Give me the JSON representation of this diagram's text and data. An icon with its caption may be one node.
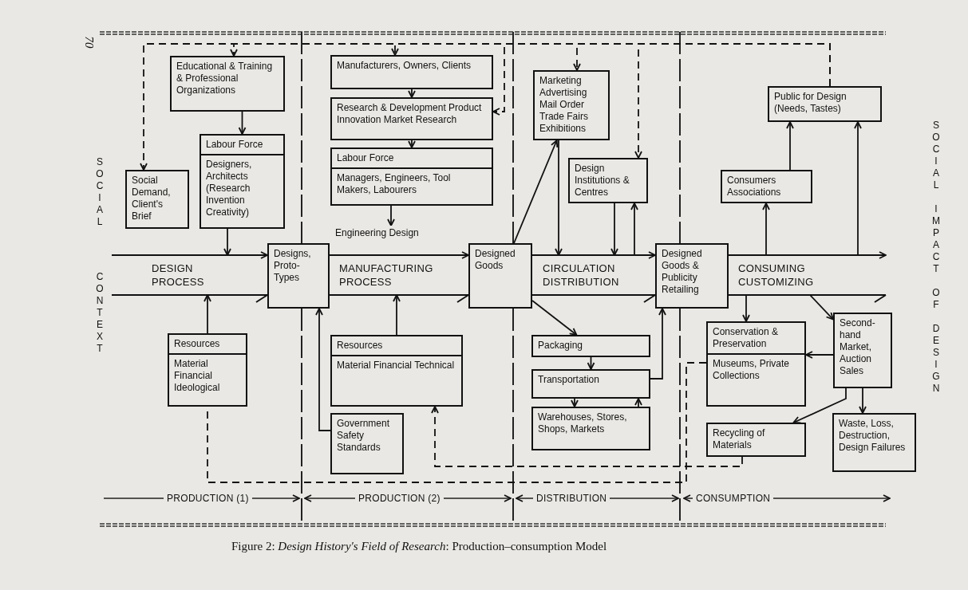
{
  "diagram": {
    "caption": "Figure 2: *Design History's Field of Research*: Production–consumption Model",
    "nodes": [
      {
        "text": [
          "Educational & Training & Professional Organizations"
        ]
      },
      {
        "text": [
          "Labour Force",
          "Designers, Architects (Research Invention Creativity)"
        ]
      },
      {
        "text": [
          "Social Demand, Client's Brief"
        ]
      },
      {
        "text": [
          "Designs, Proto-Types"
        ]
      },
      {
        "text": [
          "Resources",
          "Material Financial Ideological"
        ]
      },
      {
        "text": [
          "Manufacturers, Owners, Clients"
        ]
      },
      {
        "text": [
          "Research & Development Product Innovation Market Research"
        ]
      },
      {
        "text": [
          "Labour Force",
          "Managers, Engineers, Tool Makers, Labourers"
        ]
      },
      {
        "text": [
          "Engineering Design"
        ]
      },
      {
        "text": [
          "Resources",
          "Material Financial Technical"
        ]
      },
      {
        "text": [
          "Government Safety Standards"
        ]
      },
      {
        "text": [
          "Designed Goods"
        ]
      },
      {
        "text": [
          "Marketing Advertising Mail Order Trade Fairs Exhibitions"
        ]
      },
      {
        "text": [
          "Design Institutions & Centres"
        ]
      },
      {
        "text": [
          "Packaging"
        ]
      },
      {
        "text": [
          "Transportation"
        ]
      },
      {
        "text": [
          "Warehouses, Stores, Shops, Markets"
        ]
      },
      {
        "text": [
          "Designed Goods & Publicity Retailing"
        ]
      },
      {
        "text": [
          "Public for Design (Needs, Tastes)"
        ]
      },
      {
        "text": [
          "Consumers Associations"
        ]
      },
      {
        "text": [
          "Conservation & Preservation",
          "Museums, Private Collections"
        ]
      },
      {
        "text": [
          "Second-hand Market, Auction Sales"
        ]
      },
      {
        "text": [
          "Recycling of Materials"
        ]
      },
      {
        "text": [
          "Waste, Loss, Destruction, Design Failures"
        ]
      }
    ],
    "edges": [
      {
        "from": null,
        "to": 3,
        "arrow": "to",
        "label": "DESIGN PROCESS"
      },
      {
        "from": 3,
        "to": 11,
        "arrow": "to",
        "label": "MANUFACTURING PROCESS"
      },
      {
        "from": 11,
        "to": 17,
        "arrow": "to",
        "label": "CIRCULATION DISTRIBUTION"
      },
      {
        "from": 17,
        "to": null,
        "arrow": "to",
        "label": "CONSUMING CUSTOMIZING"
      },
      {
        "from": 0,
        "to": 1,
        "arrow": "to"
      },
      {
        "from": 1,
        "to": null,
        "arrow": "to"
      },
      {
        "from": 4,
        "to": null,
        "arrow": "to"
      },
      {
        "from": 5,
        "to": 6,
        "arrow": "to"
      },
      {
        "from": 6,
        "to": 7,
        "arrow": "to"
      },
      {
        "from": 7,
        "to": 8,
        "arrow": "to"
      },
      {
        "from": 9,
        "to": null,
        "arrow": "to"
      },
      {
        "from": 10,
        "to": 3,
        "arrow": "to"
      },
      {
        "from": 11,
        "to": 12,
        "arrow": "to"
      },
      {
        "from": 12,
        "to": null,
        "arrow": "to"
      },
      {
        "from": 13,
        "to": null,
        "arrow": "to"
      },
      {
        "from": null,
        "to": 13,
        "arrow": "to"
      },
      {
        "from": 11,
        "to": 14,
        "arrow": "to"
      },
      {
        "from": 14,
        "to": 15,
        "arrow": "to"
      },
      {
        "from": 15,
        "to": 16,
        "arrow": "to"
      },
      {
        "from": 16,
        "to": 15,
        "arrow": "to"
      },
      {
        "from": 15,
        "to": 17,
        "arrow": "to"
      },
      {
        "from": null,
        "to": 19,
        "arrow": "to"
      },
      {
        "from": 19,
        "to": 18,
        "arrow": "to"
      },
      {
        "from": null,
        "to": 18,
        "arrow": "to"
      },
      {
        "from": null,
        "to": 20,
        "arrow": "to"
      },
      {
        "from": null,
        "to": 21,
        "arrow": "to"
      },
      {
        "from": 21,
        "to": 20,
        "arrow": "to"
      },
      {
        "from": 21,
        "to": 22,
        "arrow": "to"
      },
      {
        "from": 21,
        "to": 23,
        "arrow": "to"
      },
      {
        "from": 18,
        "to": 2,
        "arrow": "to",
        "style": "dashed"
      },
      {
        "from": 18,
        "to": 0,
        "arrow": "to",
        "style": "dashed"
      },
      {
        "from": 18,
        "to": 5,
        "arrow": "to",
        "style": "dashed"
      },
      {
        "from": 18,
        "to": 6,
        "arrow": "to",
        "style": "dashed"
      },
      {
        "from": 18,
        "to": 12,
        "arrow": "to",
        "style": "dashed"
      },
      {
        "from": 18,
        "to": 13,
        "arrow": "to",
        "style": "dashed"
      },
      {
        "from": 20,
        "to": 4,
        "arrow": "none",
        "style": "dashed"
      },
      {
        "from": 22,
        "to": 9,
        "arrow": "to",
        "style": "dashed"
      }
    ],
    "labels": [
      "70",
      "SOCIAL",
      "CONTEXT",
      "SOCIAL IMPACT OF DESIGN",
      "PRODUCTION (1)",
      "PRODUCTION (2)",
      "DISTRIBUTION",
      "CONSUMPTION"
    ]
  }
}
